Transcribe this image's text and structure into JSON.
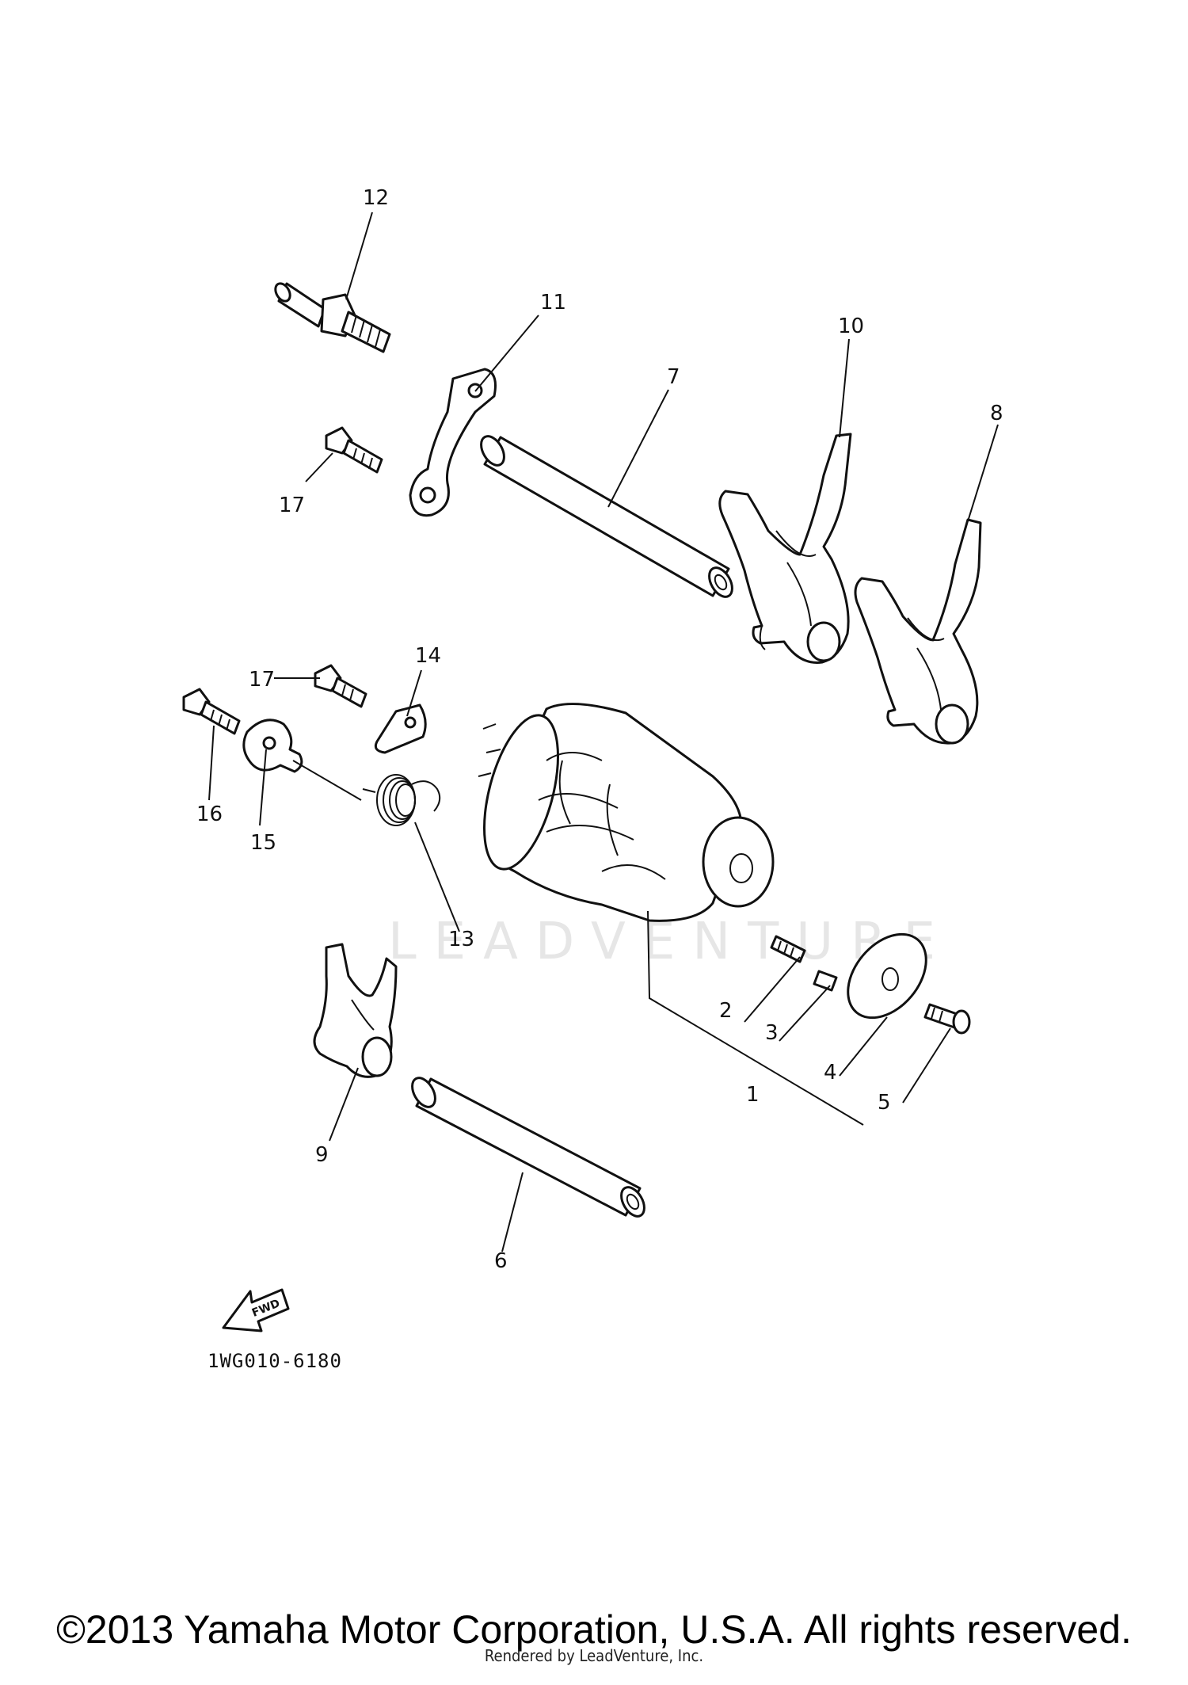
{
  "callouts": [
    "1",
    "2",
    "3",
    "4",
    "5",
    "6",
    "7",
    "8",
    "9",
    "10",
    "11",
    "12",
    "13",
    "14",
    "15",
    "16",
    "17",
    "17"
  ],
  "watermark": "LEADVENTURE",
  "fwd_label": "FWD",
  "diagram_code": "1WG010-6180",
  "copyright": "©2013 Yamaha Motor Corporation, U.S.A. All rights reserved.",
  "rendered_by": "Rendered by LeadVenture, Inc."
}
